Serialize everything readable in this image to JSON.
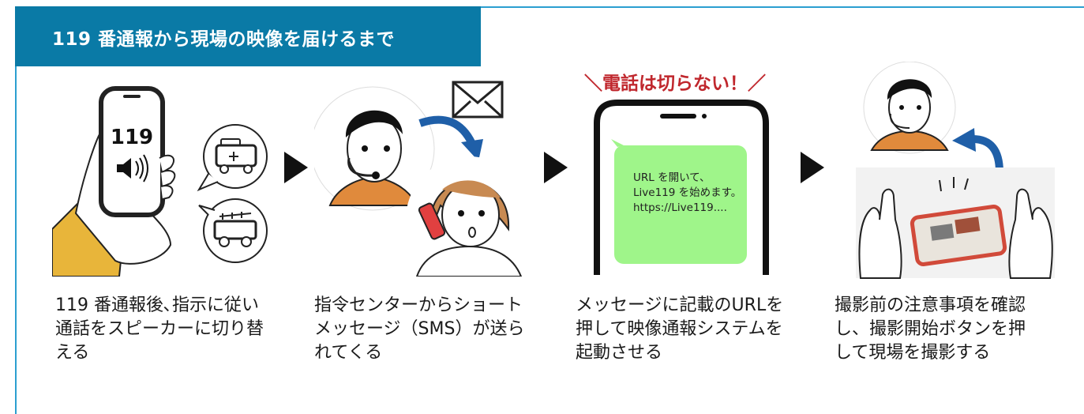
{
  "header": {
    "title": "119 番通報から現場の映像を届けるまで"
  },
  "step1": {
    "phone_number": "119",
    "text": "119 番通報後､指示に従い通話をスピーカーに切り替える"
  },
  "step2": {
    "text": "指令センターからショートメッセージ（SMS）が送られてくる"
  },
  "step3": {
    "alert": "＼電話は切らない！／",
    "sms_line1": "URL を開いて、",
    "sms_line2": "Live119 を始めます。",
    "sms_line3": "https://Live119....",
    "text": "メッセージに記載のURLを押して映像通報システムを起動させる"
  },
  "step4": {
    "text": "撮影前の注意事項を確認し、撮影開始ボタンを押して現場を撮影する"
  },
  "colors": {
    "header_bg": "#0a7aa6",
    "border": "#2b9fd0",
    "alert": "#c0272d",
    "arrow_blue": "#1f5fa8",
    "sms_bubble": "#9ff58a",
    "sleeve": "#e8b53a"
  },
  "icons": [
    "smartphone-icon",
    "speaker-icon",
    "ambulance-icon",
    "fire-truck-icon",
    "mail-icon",
    "operator-icon",
    "woman-caller-icon",
    "step-arrow-icon",
    "curved-arrow-icon",
    "hands-phone-icon"
  ]
}
